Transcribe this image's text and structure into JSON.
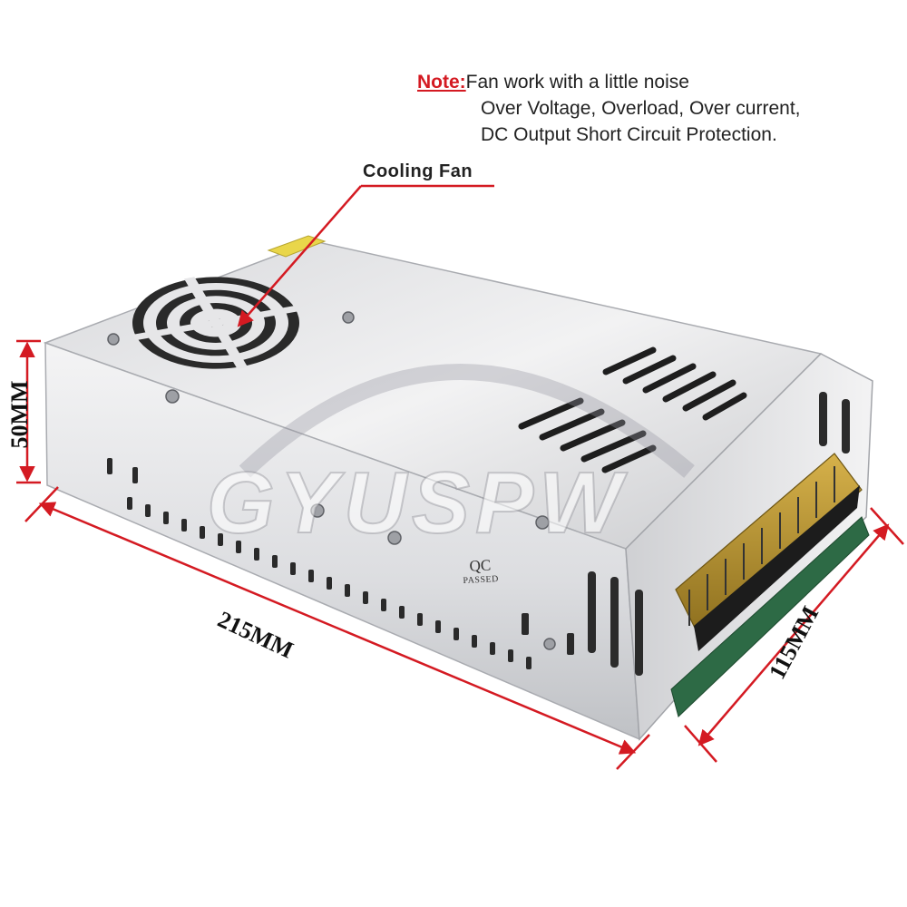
{
  "note": {
    "label": "Note:",
    "line1": "Fan work with a little noise",
    "line2": "Over Voltage, Overload, Over current,",
    "line3": "DC Output Short Circuit Protection."
  },
  "callout": {
    "label": "Cooling Fan"
  },
  "dimensions": {
    "height": "50MM",
    "length": "215MM",
    "width": "115MM"
  },
  "badge": {
    "main": "QC",
    "sub": "PASSED"
  },
  "watermark": {
    "text": "GYUSPW"
  },
  "colors": {
    "accent_red": "#d41a22",
    "metal_light": "#e8e8ea",
    "metal_dark": "#9a9ca2",
    "terminal_gold": "#b8952e"
  }
}
